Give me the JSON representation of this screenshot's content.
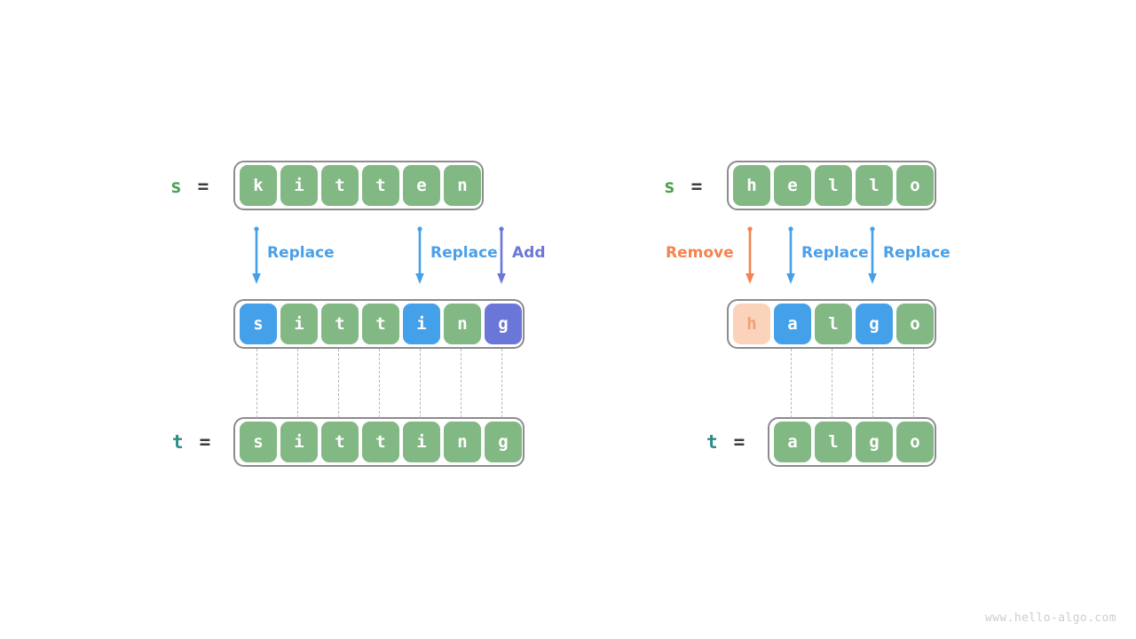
{
  "watermark": "www.hello-algo.com",
  "colors": {
    "green": "#82b884",
    "blue": "#44a0e8",
    "purple": "#6b77d8",
    "peach": "#fbd2ba",
    "peach_text": "#f1a078",
    "label_s": "#4ba053",
    "label_t": "#2f8c85",
    "equals": "#3d3d3d",
    "border": "#8c8c8c",
    "dash": "#b7b7b7",
    "watermark": "#cdcdcd",
    "background": "#ffffff"
  },
  "left": {
    "source": {
      "var": "s",
      "eq": "=",
      "cells": [
        {
          "char": "k",
          "style": "green"
        },
        {
          "char": "i",
          "style": "green"
        },
        {
          "char": "t",
          "style": "green"
        },
        {
          "char": "t",
          "style": "green"
        },
        {
          "char": "e",
          "style": "green"
        },
        {
          "char": "n",
          "style": "green"
        }
      ]
    },
    "operations": [
      {
        "label": "Replace",
        "color": "blue",
        "index": 0
      },
      {
        "label": "Replace",
        "color": "blue",
        "index": 4
      },
      {
        "label": "Add",
        "color": "purple",
        "index": 6
      }
    ],
    "result": {
      "cells": [
        {
          "char": "s",
          "style": "blue"
        },
        {
          "char": "i",
          "style": "green"
        },
        {
          "char": "t",
          "style": "green"
        },
        {
          "char": "t",
          "style": "green"
        },
        {
          "char": "i",
          "style": "blue"
        },
        {
          "char": "n",
          "style": "green"
        },
        {
          "char": "g",
          "style": "purple"
        }
      ]
    },
    "target": {
      "var": "t",
      "eq": "=",
      "cells": [
        {
          "char": "s",
          "style": "green"
        },
        {
          "char": "i",
          "style": "green"
        },
        {
          "char": "t",
          "style": "green"
        },
        {
          "char": "t",
          "style": "green"
        },
        {
          "char": "i",
          "style": "green"
        },
        {
          "char": "n",
          "style": "green"
        },
        {
          "char": "g",
          "style": "green"
        }
      ]
    }
  },
  "right": {
    "source": {
      "var": "s",
      "eq": "=",
      "cells": [
        {
          "char": "h",
          "style": "green"
        },
        {
          "char": "e",
          "style": "green"
        },
        {
          "char": "l",
          "style": "green"
        },
        {
          "char": "l",
          "style": "green"
        },
        {
          "char": "o",
          "style": "green"
        }
      ]
    },
    "operations": [
      {
        "label": "Remove",
        "color": "orange",
        "index": 0
      },
      {
        "label": "Replace",
        "color": "blue",
        "index": 1
      },
      {
        "label": "Replace",
        "color": "blue",
        "index": 3
      }
    ],
    "result": {
      "cells": [
        {
          "char": "h",
          "style": "peach"
        },
        {
          "char": "a",
          "style": "blue"
        },
        {
          "char": "l",
          "style": "green"
        },
        {
          "char": "g",
          "style": "blue"
        },
        {
          "char": "o",
          "style": "green"
        }
      ]
    },
    "target": {
      "var": "t",
      "eq": "=",
      "cells": [
        {
          "char": "a",
          "style": "green"
        },
        {
          "char": "l",
          "style": "green"
        },
        {
          "char": "g",
          "style": "green"
        },
        {
          "char": "o",
          "style": "green"
        }
      ]
    }
  }
}
